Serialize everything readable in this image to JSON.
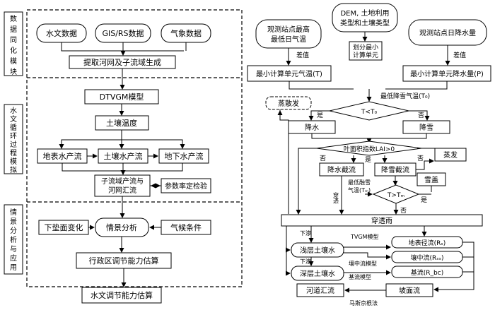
{
  "left_panel": {
    "sections": [
      {
        "label": "数据同化模块"
      },
      {
        "label": "水文循环过程模拟"
      },
      {
        "label": "情景分析与应用"
      }
    ],
    "data_sources": [
      "水文数据",
      "GIS/RS数据",
      "气象数据"
    ],
    "extract_network": "提取河网及子流域生成",
    "dtvgm_model": "DTVGM模型",
    "soil_temperature": "土壤温度",
    "runoff_types": [
      "地表水产流",
      "土壤水产流",
      "地下水产流"
    ],
    "subbasin_routing_line1": "子流域产流与",
    "subbasin_routing_line2": "河网汇流",
    "param_calibration": "参数率定检验",
    "scenario_analysis": "情景分析",
    "land_surface_change": "下垫面变化",
    "climate_conditions": "气候条件",
    "admin_regulation": "行政区调节能力估算",
    "hydro_regulation": "水文调节能力估算"
  },
  "right_panel": {
    "station_temp_line1": "观测站点最高",
    "station_temp_line2": "最低日气温",
    "dem_line1": "DEM, 土地利用",
    "dem_line2": "类型和土壤类型",
    "station_precip": "观测站点日降水量",
    "interp_label_left": "差值",
    "interp_label_right": "差值",
    "divide_line1": "划分最小",
    "divide_line2": "计算单元",
    "min_unit_temp": "最小计算单元气温(T)",
    "min_unit_precip": "最小计算单元降水量(P)",
    "min_snow_temp": "最低降雪气温(T₀)",
    "evaporation": "蒸散发",
    "decision_temp": "T<T₀",
    "yes1": "是",
    "no1": "否",
    "rainfall": "降水",
    "snowfall": "降雪",
    "lai_decision": "叶面积指数LAI>0",
    "no2": "否",
    "yes2": "是",
    "no3": "否",
    "rain_interception": "降水截流",
    "snow_interception": "降雪截流",
    "evaporation2": "蒸发",
    "min_melt_temp_line1": "最低融雪",
    "min_melt_temp_line2": "气温(Tₘ)",
    "snow_cover": "雪盖",
    "decision_melt": "T>Tₘ",
    "yes3": "是",
    "throughfall_v": "穿透",
    "no4": "否",
    "throughfall_rain": "穿透雨",
    "seepage1": "下渗",
    "seepage2": "下渗",
    "tvgm_model": "TVGM模型",
    "shallow_soil": "浅层土壤水",
    "deep_soil": "深层土壤水",
    "surface_runoff": "地表径流(Rₛ)",
    "interflow_model": "壤中流模型",
    "interflow": "壤中流(Rₛₛ)",
    "baseflow_model": "基流模型",
    "baseflow": "基流(R_bc)",
    "channel_routing": "河道汇流",
    "slope_flow": "坡面流",
    "muskingum": "马斯京根法"
  }
}
